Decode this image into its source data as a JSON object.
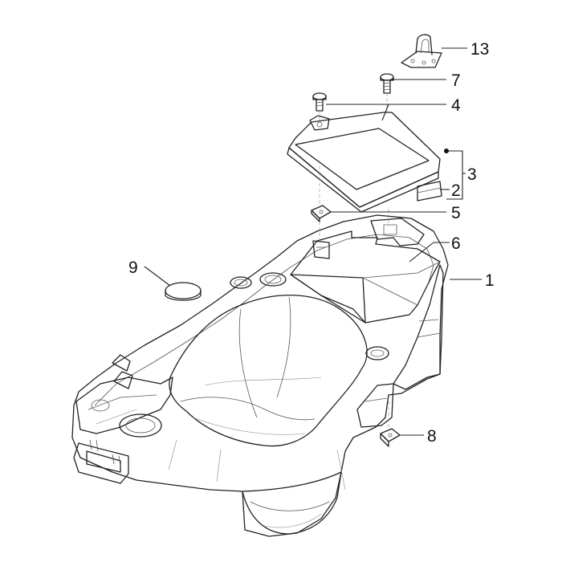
{
  "callouts": {
    "c1": "1",
    "c2": "2",
    "c3": "3",
    "c4": "4",
    "c5": "5",
    "c6": "6",
    "c7": "7",
    "c8": "8",
    "c9": "9",
    "c13": "13"
  },
  "colors": {
    "line": "#222222",
    "fill_light": "#ffffff",
    "fill_shade": "#e6e6e6",
    "fill_dark": "#bdbdbd"
  }
}
